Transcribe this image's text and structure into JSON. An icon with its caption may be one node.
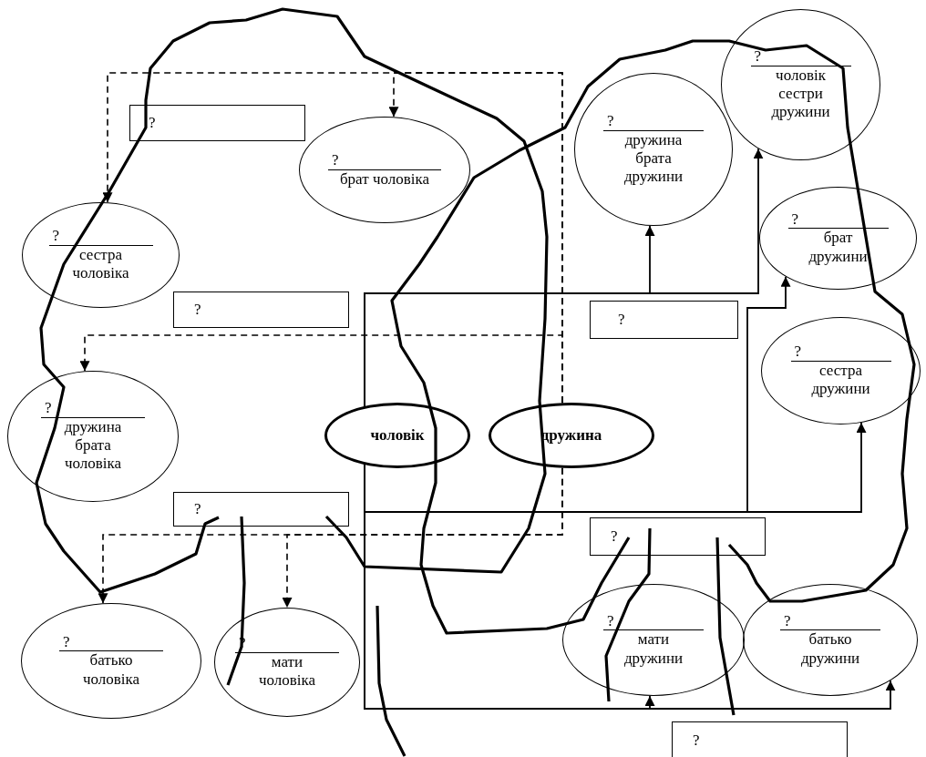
{
  "diagram": {
    "nodes": [
      {
        "text": [
          "?"
        ]
      },
      {
        "text": [
          "?",
          "брат чоловіка"
        ]
      },
      {
        "text": [
          "?",
          "сестра чоловіка"
        ]
      },
      {
        "text": [
          "?"
        ]
      },
      {
        "text": [
          "?",
          "дружина брата чоловіка"
        ]
      },
      {
        "text": [
          "?"
        ]
      },
      {
        "text": [
          "?",
          "батько чоловіка"
        ]
      },
      {
        "text": [
          "?",
          "мати чоловіка"
        ]
      },
      {
        "text": [
          "чоловік"
        ]
      },
      {
        "text": [
          "дружина"
        ]
      },
      {
        "text": [
          "?",
          "дружина брата дружини"
        ]
      },
      {
        "text": [
          "?",
          "чоловік сестри дружини"
        ]
      },
      {
        "text": [
          "?"
        ]
      },
      {
        "text": [
          "?",
          "брат дружини"
        ]
      },
      {
        "text": [
          "?",
          "сестра дружини"
        ]
      },
      {
        "text": [
          "?"
        ]
      },
      {
        "text": [
          "?",
          "мати дружини"
        ]
      },
      {
        "text": [
          "?",
          "батько дружини"
        ]
      },
      {
        "text": [
          "?"
        ]
      }
    ],
    "edges": [
      {
        "from": 8,
        "to": 10,
        "arrow": "to"
      },
      {
        "from": 8,
        "to": 11,
        "arrow": "to"
      },
      {
        "from": 8,
        "to": 13,
        "arrow": "to"
      },
      {
        "from": 8,
        "to": 14,
        "arrow": "to"
      },
      {
        "from": 8,
        "to": 16,
        "arrow": "to"
      },
      {
        "from": 8,
        "to": 17,
        "arrow": "to"
      },
      {
        "from": 9,
        "to": 1,
        "arrow": "to",
        "style": "dashed"
      },
      {
        "from": 9,
        "to": 2,
        "arrow": "to",
        "style": "dashed"
      },
      {
        "from": 9,
        "to": 4,
        "arrow": "to",
        "style": "dashed"
      },
      {
        "from": 9,
        "to": 6,
        "arrow": "to",
        "style": "dashed"
      },
      {
        "from": 9,
        "to": 7,
        "arrow": "to",
        "style": "dashed"
      }
    ]
  }
}
